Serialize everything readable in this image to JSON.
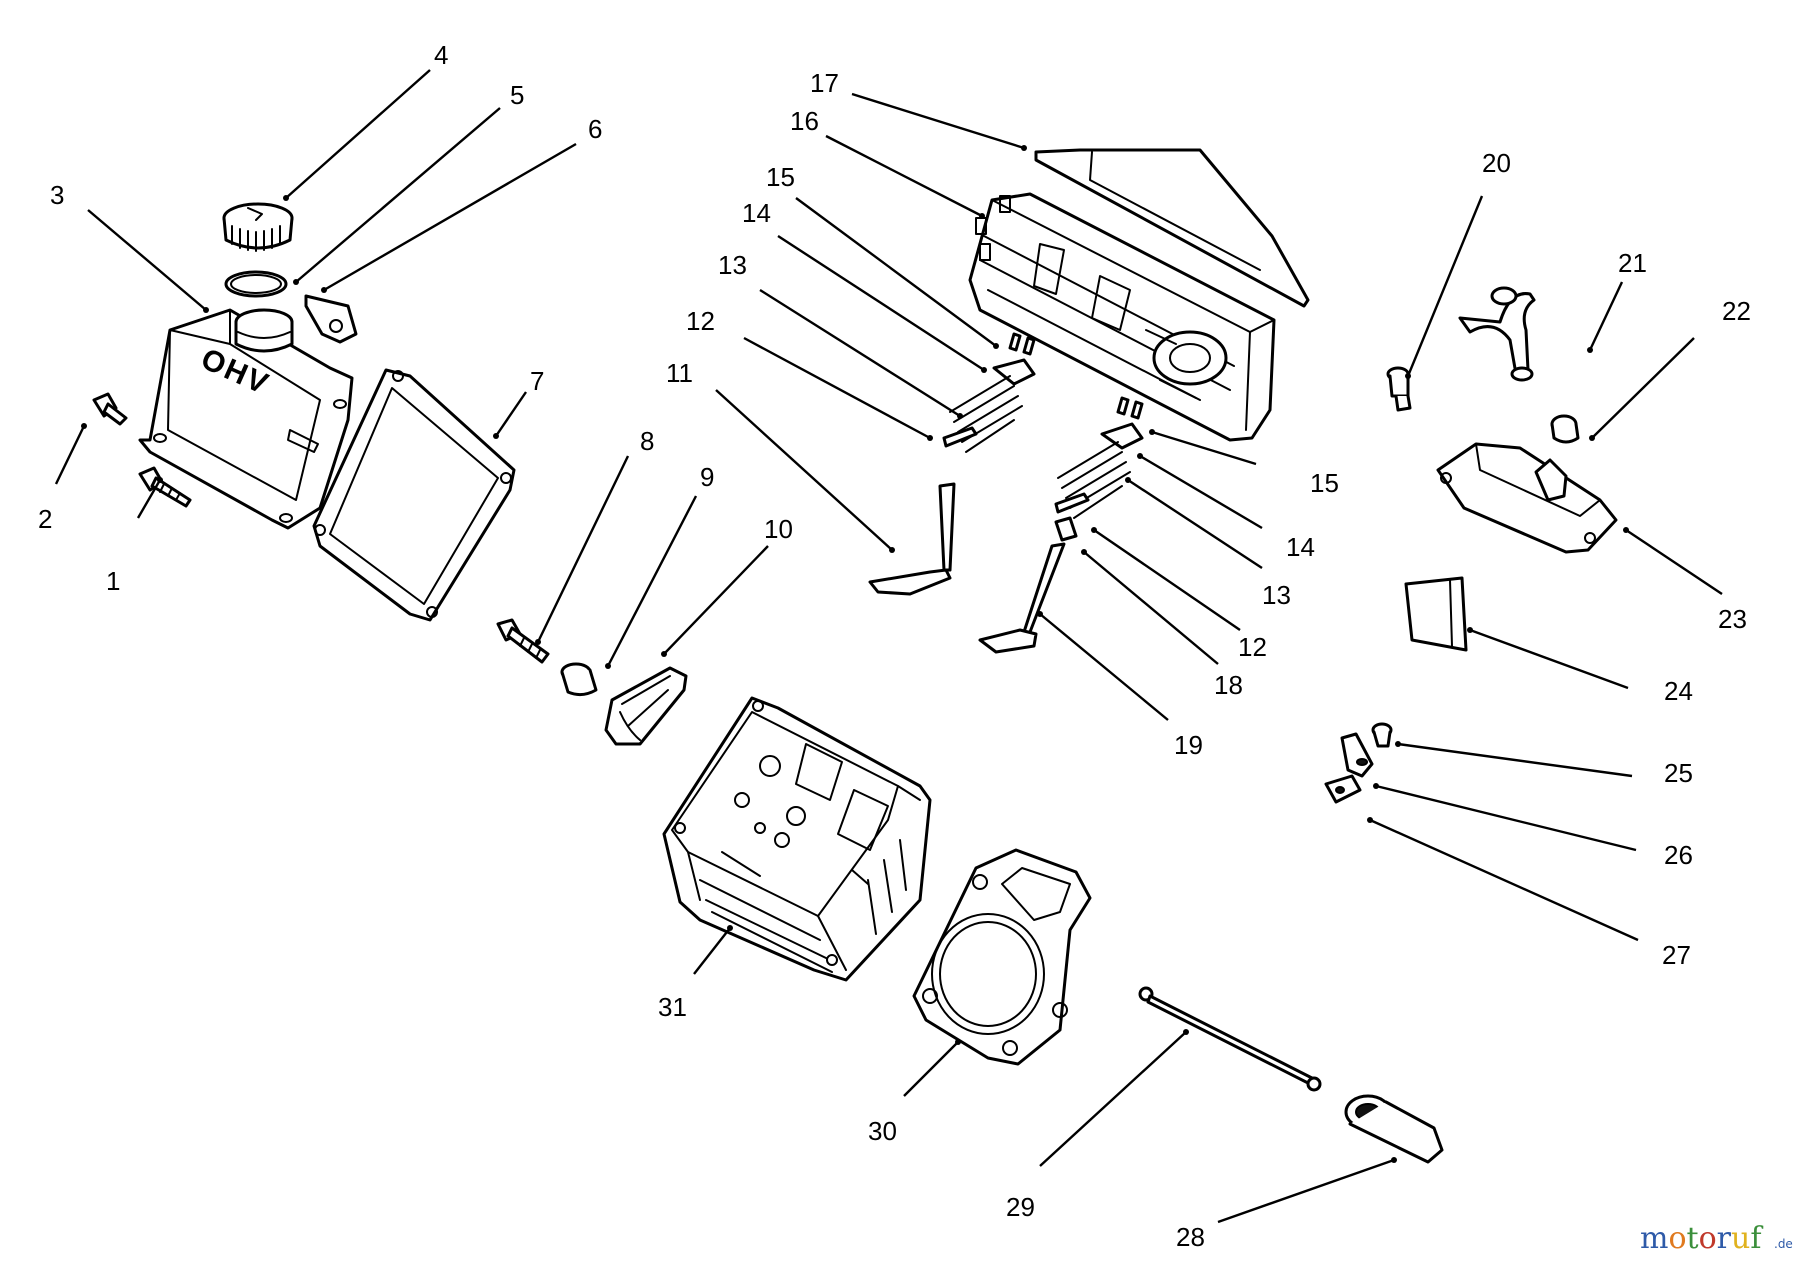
{
  "diagram": {
    "callouts": [
      {
        "id": "1",
        "label": "1"
      },
      {
        "id": "2",
        "label": "2"
      },
      {
        "id": "3",
        "label": "3"
      },
      {
        "id": "4",
        "label": "4"
      },
      {
        "id": "5",
        "label": "5"
      },
      {
        "id": "6",
        "label": "6"
      },
      {
        "id": "7",
        "label": "7"
      },
      {
        "id": "8",
        "label": "8"
      },
      {
        "id": "9",
        "label": "9"
      },
      {
        "id": "10",
        "label": "10"
      },
      {
        "id": "11",
        "label": "11"
      },
      {
        "id": "12a",
        "label": "12"
      },
      {
        "id": "13a",
        "label": "13"
      },
      {
        "id": "14a",
        "label": "14"
      },
      {
        "id": "15a",
        "label": "15"
      },
      {
        "id": "16",
        "label": "16"
      },
      {
        "id": "17",
        "label": "17"
      },
      {
        "id": "15b",
        "label": "15"
      },
      {
        "id": "14b",
        "label": "14"
      },
      {
        "id": "13b",
        "label": "13"
      },
      {
        "id": "12b",
        "label": "12"
      },
      {
        "id": "18",
        "label": "18"
      },
      {
        "id": "19",
        "label": "19"
      },
      {
        "id": "20",
        "label": "20"
      },
      {
        "id": "21",
        "label": "21"
      },
      {
        "id": "22",
        "label": "22"
      },
      {
        "id": "23",
        "label": "23"
      },
      {
        "id": "24",
        "label": "24"
      },
      {
        "id": "25",
        "label": "25"
      },
      {
        "id": "26",
        "label": "26"
      },
      {
        "id": "27",
        "label": "27"
      },
      {
        "id": "28",
        "label": "28"
      },
      {
        "id": "29",
        "label": "29"
      },
      {
        "id": "30",
        "label": "30"
      },
      {
        "id": "31",
        "label": "31"
      }
    ],
    "cover_text": "OHV"
  },
  "watermark": {
    "parts": [
      "m",
      "o",
      "t",
      "o",
      "r",
      "u",
      "f"
    ],
    "colors": [
      "#2e5aa8",
      "#e07a1f",
      "#3b8f3b",
      "#c0392b",
      "#2e5aa8",
      "#e0b21f",
      "#3b8f3b"
    ],
    "suffix": ".de"
  }
}
